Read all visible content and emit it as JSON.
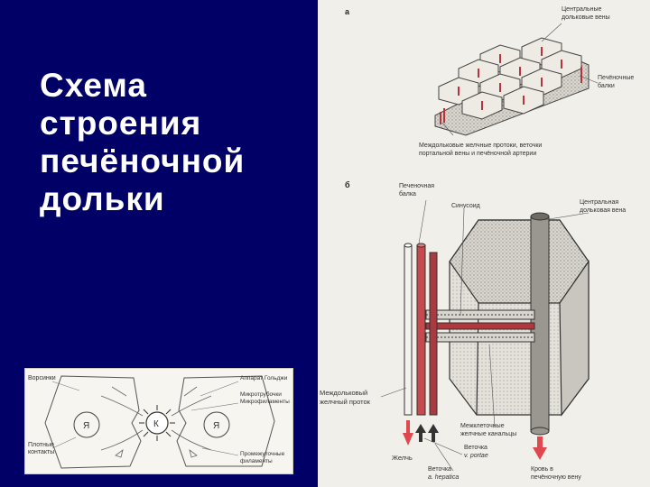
{
  "slide": {
    "title_lines": [
      "Схема",
      "строения",
      "печёночной",
      "дольки"
    ]
  },
  "diagram_a": {
    "panel_letter": "а",
    "label_central_veins": [
      "Центральные",
      "дольковые вены"
    ],
    "label_hepatic_beams": [
      "Печёночные",
      "балки"
    ],
    "label_interlobular": [
      "Междольковые желчные протоки, веточки",
      "портальной вены и печёночной артерии"
    ]
  },
  "diagram_b": {
    "panel_letter": "б",
    "label_hepatic_beam": [
      "Печеночная",
      "балка"
    ],
    "label_sinusoid": "Синусоид",
    "label_central_vein": [
      "Центральная",
      "дольковая вена"
    ],
    "label_bile_duct": [
      "Междольковый",
      "желчный проток"
    ],
    "label_bile_canaliculi": [
      "Межклеточные",
      "желчные канальцы"
    ],
    "label_portal_branch": [
      "Веточка",
      "v. portae"
    ],
    "label_bile": "Желчь",
    "label_artery_branch": [
      "Веточка",
      "a. hepatica"
    ],
    "label_blood": [
      "Кровь в",
      "печёночную вену"
    ]
  },
  "inset": {
    "label_villi": "Ворсинки",
    "label_tight_contacts": [
      "Плотные",
      "контакты"
    ],
    "label_golgi": "Аппарат Гольджи",
    "label_microtubules": [
      "Микротрубочки",
      "Микрофиламенты"
    ],
    "label_intermediate": [
      "Промежуточные",
      "филаменты"
    ],
    "nucleus_letter": "Я",
    "canal_letter": "К"
  }
}
